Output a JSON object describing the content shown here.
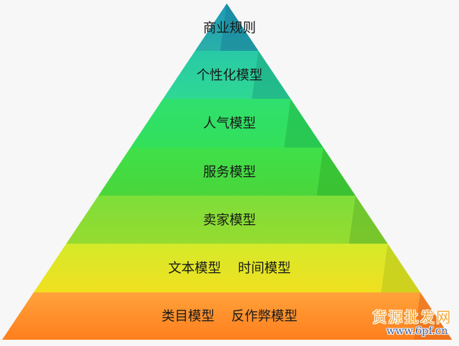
{
  "layers": [
    {
      "label": "商业规则",
      "top": "#1d9ab8",
      "bottom": "#2ab0a8",
      "dark": "#177f99"
    },
    {
      "label": "个性化模型",
      "top": "#28c9a6",
      "bottom": "#2fd894",
      "dark": "#1ca57f"
    },
    {
      "label": "人气模型",
      "top": "#2fe06e",
      "bottom": "#32e05a",
      "dark": "#22b449"
    },
    {
      "label": "服务模型",
      "top": "#3ee04a",
      "bottom": "#4ad63a",
      "dark": "#2fb02c"
    },
    {
      "label": "卖家模型",
      "top": "#7ede3a",
      "bottom": "#96db30",
      "dark": "#62b428"
    },
    {
      "label": "文本模型    时间模型",
      "top": "#d4ea2a",
      "bottom": "#f0e020",
      "dark": "#b6c41c"
    },
    {
      "label": "类目模型    反作弊模型",
      "top": "#ffa23a",
      "bottom": "#ff7f1e",
      "dark": "#e0681a"
    }
  ],
  "watermark": {
    "title": "货源批发网",
    "url": "www.6pf.cn"
  }
}
